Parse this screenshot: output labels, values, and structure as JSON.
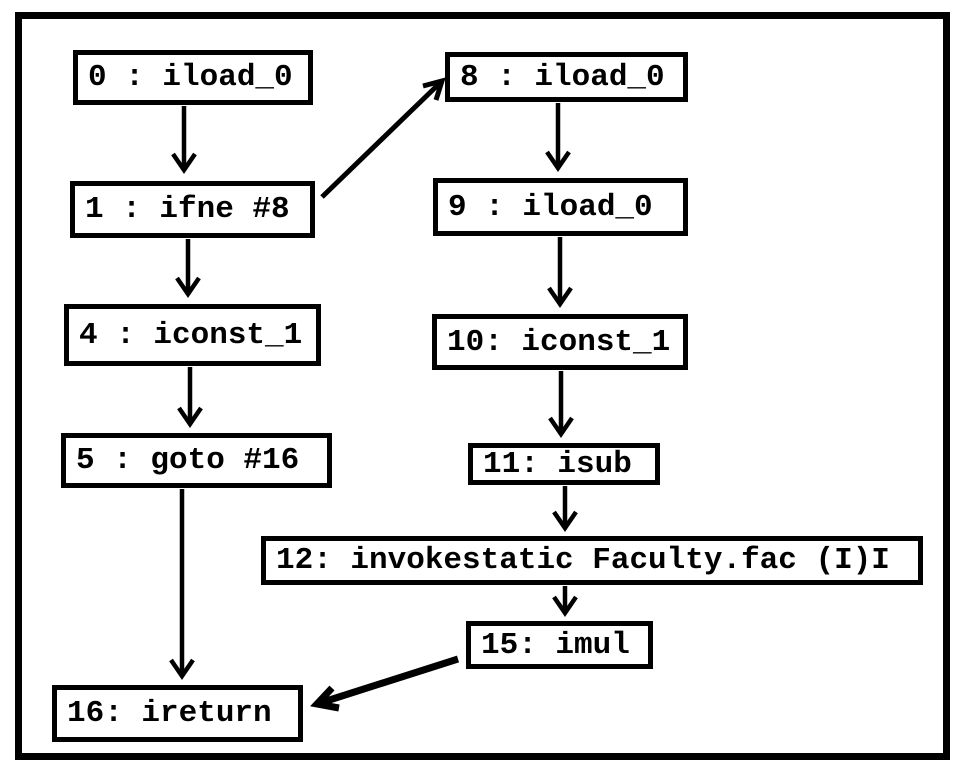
{
  "diagram": {
    "kind": "control-flow-graph",
    "description": "Java bytecode basic blocks of Faculty.fac",
    "nodes": [
      {
        "id": "0",
        "label": "0 : iload_0"
      },
      {
        "id": "1",
        "label": "1 : ifne #8"
      },
      {
        "id": "4",
        "label": "4 : iconst_1"
      },
      {
        "id": "5",
        "label": "5 : goto #16"
      },
      {
        "id": "16",
        "label": "16: ireturn"
      },
      {
        "id": "8",
        "label": "8 : iload_0"
      },
      {
        "id": "9",
        "label": "9 : iload_0"
      },
      {
        "id": "10",
        "label": "10: iconst_1"
      },
      {
        "id": "11",
        "label": "11: isub"
      },
      {
        "id": "12",
        "label": "12: invokestatic Faculty.fac (I)I"
      },
      {
        "id": "15",
        "label": "15: imul"
      }
    ],
    "edges": [
      {
        "from": "0",
        "to": "1"
      },
      {
        "from": "1",
        "to": "4"
      },
      {
        "from": "1",
        "to": "8"
      },
      {
        "from": "4",
        "to": "5"
      },
      {
        "from": "5",
        "to": "16"
      },
      {
        "from": "8",
        "to": "9"
      },
      {
        "from": "9",
        "to": "10"
      },
      {
        "from": "10",
        "to": "11"
      },
      {
        "from": "11",
        "to": "12"
      },
      {
        "from": "12",
        "to": "15"
      },
      {
        "from": "15",
        "to": "16"
      }
    ]
  },
  "colors": {
    "ink": "#000000",
    "paper": "#ffffff"
  }
}
